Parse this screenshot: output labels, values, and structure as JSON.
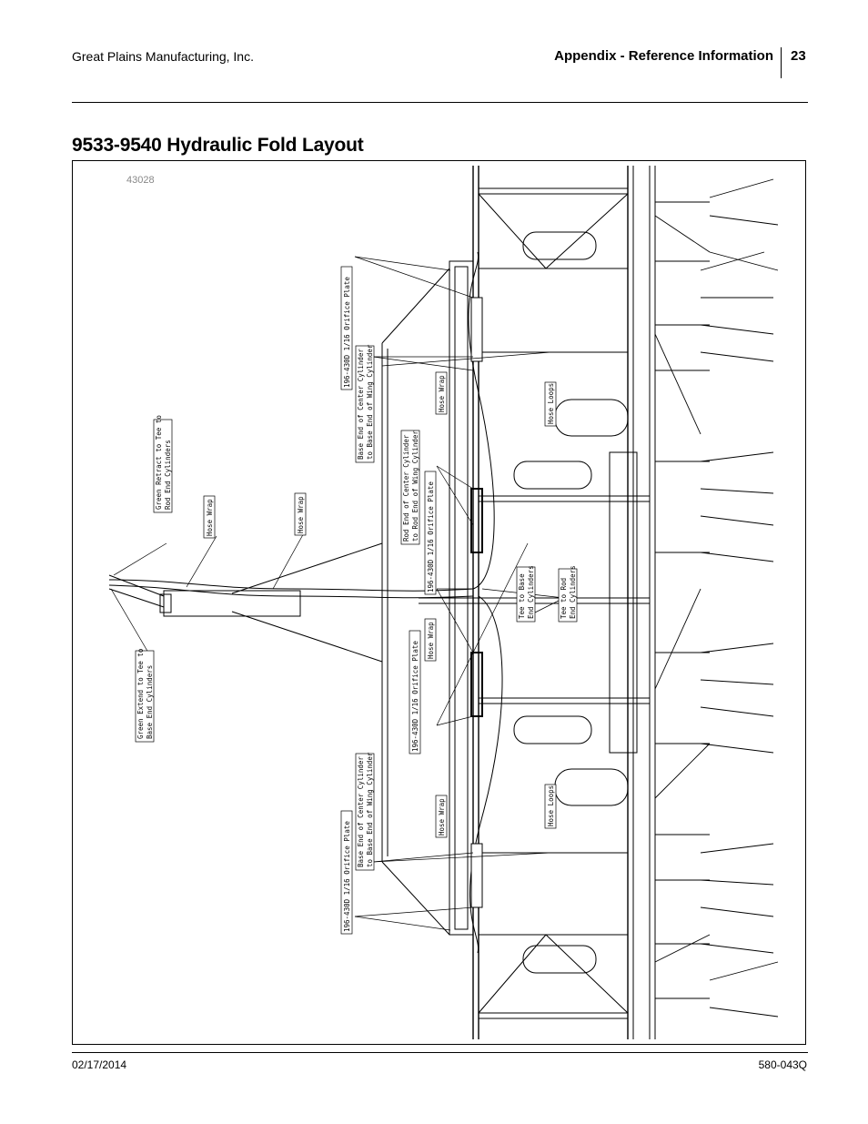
{
  "header": {
    "company": "Great Plains Manufacturing, Inc.",
    "section": "Appendix - Reference Information",
    "page_number": "23"
  },
  "page_title": "9533-9540 Hydraulic Fold Layout",
  "figure": {
    "id": "43028",
    "callouts": {
      "green_retract_1": "Green Retract to Tee to",
      "green_retract_2": "Rod End Cylinders",
      "green_extend_1": "Green Extend to Tee to",
      "green_extend_2": "Base End Cylinders",
      "hose_wrap": "Hose Wrap",
      "hose_loops": "Hose Loops",
      "orifice_plate": "196-430D 1/16 Orifice Plate",
      "base_center_1": "Base End of Center Cylinder",
      "base_center_2": "to Base End of Wing Cylinder",
      "rod_center_1": "Rod End of Center Cylinder",
      "rod_center_2": "to Rod End of Wing Cylinder",
      "tee_base_1": "Tee to Base",
      "tee_base_2": "End Cylinders",
      "tee_rod_1": "Tee to Rod",
      "tee_rod_2": "End Cylinders"
    }
  },
  "footer": {
    "date": "02/17/2014",
    "doc_number": "580-043Q"
  }
}
